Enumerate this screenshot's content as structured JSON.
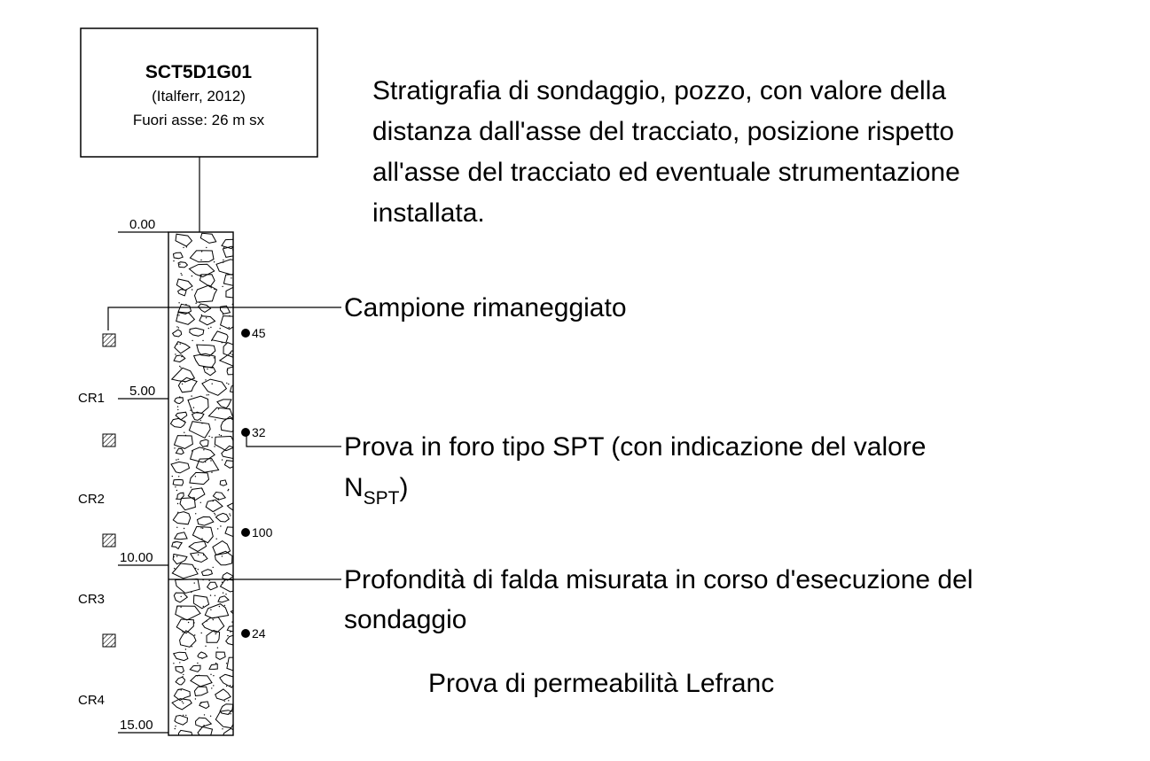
{
  "borehole": {
    "id": "SCT5D1G01",
    "source": "(Italferr, 2012)",
    "offset": "Fuori asse: 26 m sx"
  },
  "depth_labels": [
    "0.00",
    "5.00",
    "10.00",
    "15.00"
  ],
  "sample_labels": [
    "CR1",
    "CR2",
    "CR3",
    "CR4"
  ],
  "spt_values": [
    "45",
    "32",
    "100",
    "24"
  ],
  "description": [
    "Stratigrafia di sondaggio, pozzo, con valore della",
    "distanza dall'asse del tracciato, posizione rispetto",
    "all'asse del tracciato ed eventuale strumentazione",
    "installata."
  ],
  "legend": {
    "sample": "Campione rimaneggiato",
    "spt_line1": "Prova in foro tipo SPT (con indicazione del valore",
    "spt_n": "N",
    "spt_sub": "SPT",
    "spt_close": ")",
    "water_line1": "Profondità di falda misurata in corso d'esecuzione del",
    "water_line2": "sondaggio",
    "lefranc": "Prova di permeabilità Lefranc"
  },
  "colors": {
    "line": "#000000",
    "background": "#ffffff"
  }
}
